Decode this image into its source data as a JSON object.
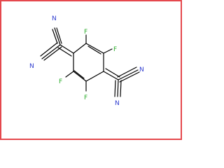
{
  "frame_color": "#e5484d",
  "atoms": {
    "n_top_left": "N",
    "n_mid_left": "N",
    "n_mid_right": "N",
    "n_bottom_right": "N",
    "f_top": "F",
    "f_top_right": "F",
    "f_bottom_left": "F",
    "f_bottom": "F"
  },
  "colors": {
    "nitrogen": "#2e3bcf",
    "fluorine": "#2fae2f",
    "bond": "#000000"
  }
}
